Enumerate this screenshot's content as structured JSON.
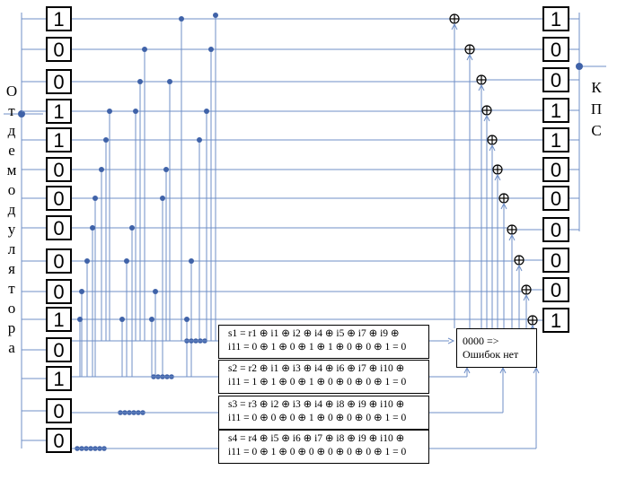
{
  "left_bits": [
    "1",
    "0",
    "0",
    "1",
    "1",
    "0",
    "0",
    "0",
    "0",
    "0",
    "1",
    "0",
    "1",
    "0",
    "0"
  ],
  "right_bits": [
    "1",
    "0",
    "0",
    "1",
    "1",
    "0",
    "0",
    "0",
    "0",
    "0",
    "1"
  ],
  "left_label": [
    "О",
    "т",
    "д",
    "е",
    "м",
    "о",
    "д",
    "у",
    "л",
    "я",
    "т",
    "о",
    "р",
    "а"
  ],
  "right_label": [
    "К",
    "П",
    "С"
  ],
  "equations": [
    {
      "line1": "s1 = r1 ⊕ i1 ⊕ i2 ⊕ i4 ⊕ i5 ⊕ i7 ⊕ i9 ⊕",
      "line2": "i11 = 0 ⊕ 1 ⊕ 0 ⊕ 1 ⊕ 1 ⊕ 0 ⊕ 0 ⊕ 1 = 0"
    },
    {
      "line1": "s2 = r2 ⊕ i1 ⊕ i3 ⊕ i4 ⊕ i6 ⊕ i7 ⊕ i10 ⊕",
      "line2": "i11 = 1 ⊕ 1 ⊕ 0 ⊕ 1 ⊕ 0 ⊕ 0 ⊕ 0 ⊕ 1 = 0"
    },
    {
      "line1": "s3 = r3 ⊕ i2 ⊕ i3 ⊕ i4 ⊕ i8 ⊕ i9 ⊕ i10 ⊕",
      "line2": "i11 = 0 ⊕ 0 ⊕ 0 ⊕ 1 ⊕ 0 ⊕ 0 ⊕ 0 ⊕ 1 = 0"
    },
    {
      "line1": "s4 = r4 ⊕ i5 ⊕ i6 ⊕ i7 ⊕ i8 ⊕ i9 ⊕ i10 ⊕",
      "line2": "i11 = 0 ⊕ 1 ⊕ 0 ⊕ 0 ⊕ 0 ⊕ 0 ⊕ 0 ⊕ 1 = 0"
    }
  ],
  "result": {
    "line1": "0000 =>",
    "line2": "Ошибок нет"
  }
}
